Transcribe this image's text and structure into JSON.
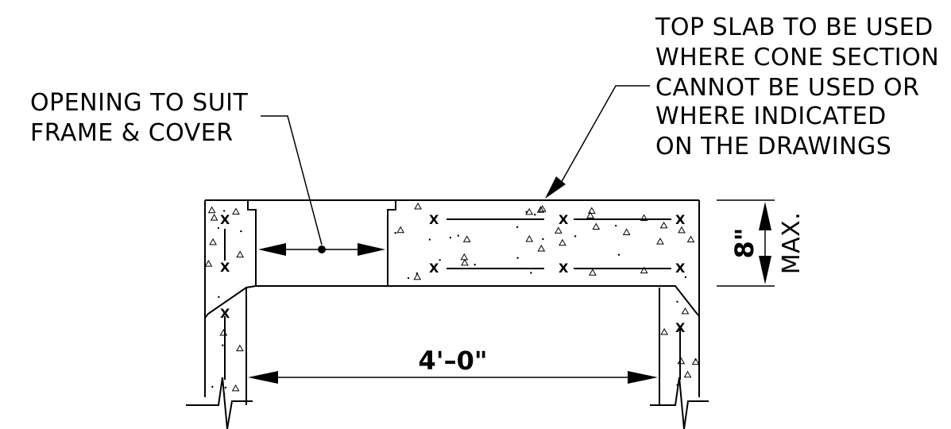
{
  "diagram": {
    "opening_label": [
      "OPENING TO SUIT",
      "FRAME & COVER"
    ],
    "slab_label": [
      "TOP SLAB TO BE USED",
      "WHERE CONE SECTION",
      "CANNOT BE USED OR",
      "WHERE INDICATED",
      "ON THE DRAWINGS"
    ],
    "width_dim": "4'–0\"",
    "thickness_dim": "8\"",
    "thickness_note": "MAX."
  }
}
